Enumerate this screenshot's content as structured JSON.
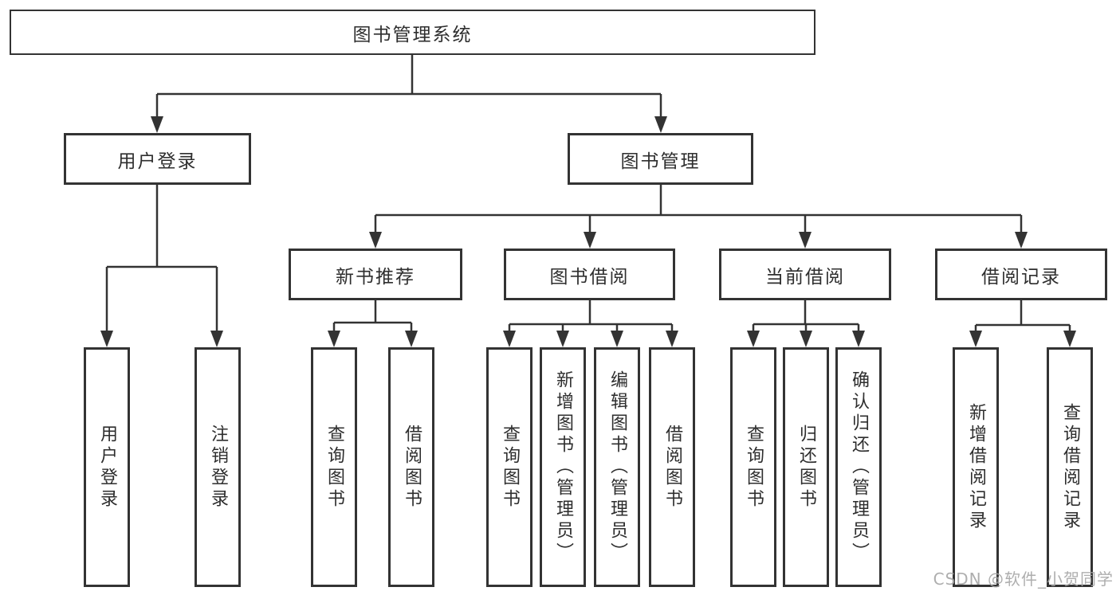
{
  "diagram": {
    "title": "图书管理系统",
    "nodes": {
      "root": {
        "label": "图书管理系统"
      },
      "user_login": {
        "label": "用户登录"
      },
      "book_mgmt": {
        "label": "图书管理"
      },
      "new_book_rec": {
        "label": "新书推荐"
      },
      "book_borrow": {
        "label": "图书借阅"
      },
      "current_borrow": {
        "label": "当前借阅"
      },
      "borrow_record": {
        "label": "借阅记录"
      },
      "leaf_user_login": {
        "label": "用户登录"
      },
      "leaf_logout": {
        "label": "注销登录"
      },
      "leaf_query_book_a": {
        "label": "查询图书"
      },
      "leaf_borrow_book_a": {
        "label": "借阅图书"
      },
      "leaf_query_book_b": {
        "label": "查询图书"
      },
      "leaf_add_book": {
        "label": "新增图书（管理员）"
      },
      "leaf_edit_book": {
        "label": "编辑图书（管理员）"
      },
      "leaf_borrow_book_b": {
        "label": "借阅图书"
      },
      "leaf_query_book_c": {
        "label": "查询图书"
      },
      "leaf_return_book": {
        "label": "归还图书"
      },
      "leaf_confirm_return": {
        "label": "确认归还（管理员）"
      },
      "leaf_add_borrow_rec": {
        "label": "新增借阅记录"
      },
      "leaf_query_borrow_rec": {
        "label": "查询借阅记录"
      }
    },
    "tree": {
      "label": "图书管理系统",
      "children": [
        {
          "label": "用户登录",
          "children": [
            {
              "label": "用户登录"
            },
            {
              "label": "注销登录"
            }
          ]
        },
        {
          "label": "图书管理",
          "children": [
            {
              "label": "新书推荐",
              "children": [
                {
                  "label": "查询图书"
                },
                {
                  "label": "借阅图书"
                }
              ]
            },
            {
              "label": "图书借阅",
              "children": [
                {
                  "label": "查询图书"
                },
                {
                  "label": "新增图书（管理员）"
                },
                {
                  "label": "编辑图书（管理员）"
                },
                {
                  "label": "借阅图书"
                }
              ]
            },
            {
              "label": "当前借阅",
              "children": [
                {
                  "label": "查询图书"
                },
                {
                  "label": "归还图书"
                },
                {
                  "label": "确认归还（管理员）"
                }
              ]
            },
            {
              "label": "借阅记录",
              "children": [
                {
                  "label": "新增借阅记录"
                },
                {
                  "label": "查询借阅记录"
                }
              ]
            }
          ]
        }
      ]
    },
    "colors": {
      "line": "#333333",
      "text": "#2e2e2e",
      "background": "#ffffff",
      "watermark": "#a6a6a6"
    }
  },
  "watermark": {
    "text": "CSDN @软件_小贺同学"
  }
}
